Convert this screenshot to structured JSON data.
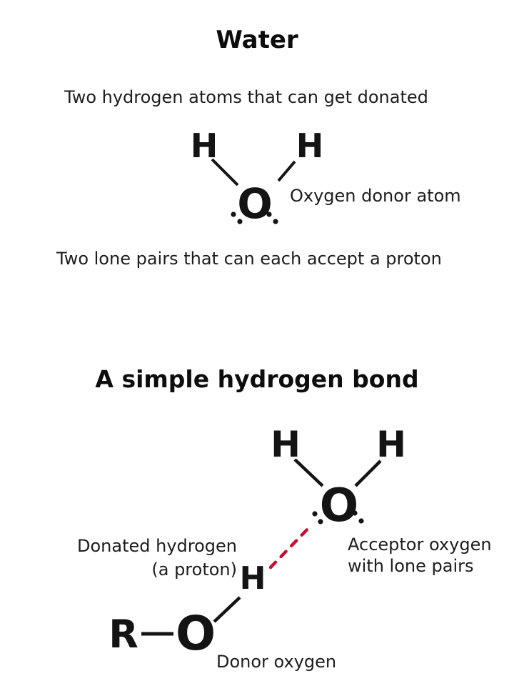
{
  "colors": {
    "background": "#ffffff",
    "ink": "#161616",
    "hydrogen_bond": "#c41230"
  },
  "water_section": {
    "title": "Water",
    "top_caption": "Two hydrogen atoms that can get donated",
    "bottom_caption": "Two lone pairs that can each accept a proton",
    "oxygen_label": "Oxygen donor atom",
    "atoms": {
      "hydrogen_left": "H",
      "hydrogen_right": "H",
      "oxygen": "O"
    }
  },
  "hbond_section": {
    "title": "A simple hydrogen bond",
    "donated_label_line1": "Donated hydrogen",
    "donated_label_line2": "(a proton)",
    "acceptor_label_line1": "Acceptor oxygen",
    "acceptor_label_line2": "with lone pairs",
    "donor_label": "Donor oxygen",
    "acceptor_atoms": {
      "hydrogen_left": "H",
      "hydrogen_right": "H",
      "oxygen": "O"
    },
    "donor_atoms": {
      "r_group": "R",
      "oxygen": "O",
      "hydrogen": "H"
    }
  }
}
